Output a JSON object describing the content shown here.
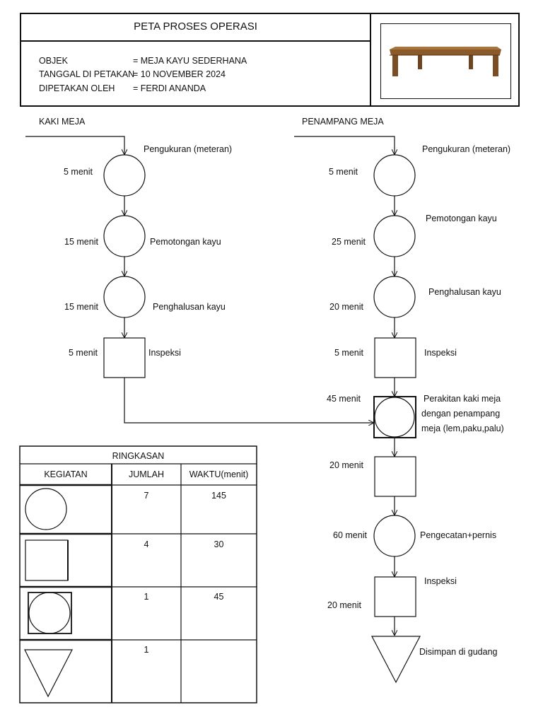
{
  "header": {
    "title": "PETA PROSES OPERASI",
    "fields": [
      {
        "label": "OBJEK",
        "value": "= MEJA KAYU SEDERHANA"
      },
      {
        "label": "TANGGAL DI PETAKAN",
        "value": "=  10 NOVEMBER 2024"
      },
      {
        "label": "DIPETAKAN OLEH",
        "value": "=  FERDI ANANDA"
      }
    ]
  },
  "left_column": {
    "title": "KAKI MEJA",
    "steps": [
      {
        "shape": "circle",
        "time": "5 menit",
        "label": "Pengukuran (meteran)"
      },
      {
        "shape": "circle",
        "time": "15 menit",
        "label": "Pemotongan kayu"
      },
      {
        "shape": "circle",
        "time": "15 menit",
        "label": "Penghalusan kayu"
      },
      {
        "shape": "square",
        "time": "5 menit",
        "label": "Inspeksi"
      }
    ]
  },
  "right_column": {
    "title": "PENAMPANG MEJA",
    "steps": [
      {
        "shape": "circle",
        "time": "5 menit",
        "label": "Pengukuran (meteran)"
      },
      {
        "shape": "circle",
        "time": "25 menit",
        "label": "Pemotongan kayu"
      },
      {
        "shape": "circle",
        "time": "20 menit",
        "label": "Penghalusan kayu"
      },
      {
        "shape": "square",
        "time": "5 menit",
        "label": "Inspeksi"
      },
      {
        "shape": "combined",
        "time": "45 menit",
        "label_lines": [
          "Perakitan kaki meja",
          "dengan penampang",
          "meja (lem,paku,palu)"
        ]
      },
      {
        "shape": "square",
        "time": "20 menit",
        "label": ""
      },
      {
        "shape": "circle",
        "time": "60 menit",
        "label": "Pengecatan+pernis"
      },
      {
        "shape": "square",
        "time": "20 menit",
        "label": "Inspeksi"
      },
      {
        "shape": "triangle",
        "time": "",
        "label": "Disimpan di gudang"
      }
    ]
  },
  "summary": {
    "title": "RINGKASAN",
    "headers": [
      "KEGIATAN",
      "JUMLAH",
      "WAKTU(menit)"
    ],
    "rows": [
      {
        "symbol": "circle",
        "jumlah": "7",
        "waktu": "145"
      },
      {
        "symbol": "square",
        "jumlah": "4",
        "waktu": "30"
      },
      {
        "symbol": "combined",
        "jumlah": "1",
        "waktu": "45"
      },
      {
        "symbol": "triangle",
        "jumlah": "1",
        "waktu": ""
      }
    ]
  },
  "colors": {
    "line": "#111111",
    "table_wood": "#8a5a2b"
  }
}
